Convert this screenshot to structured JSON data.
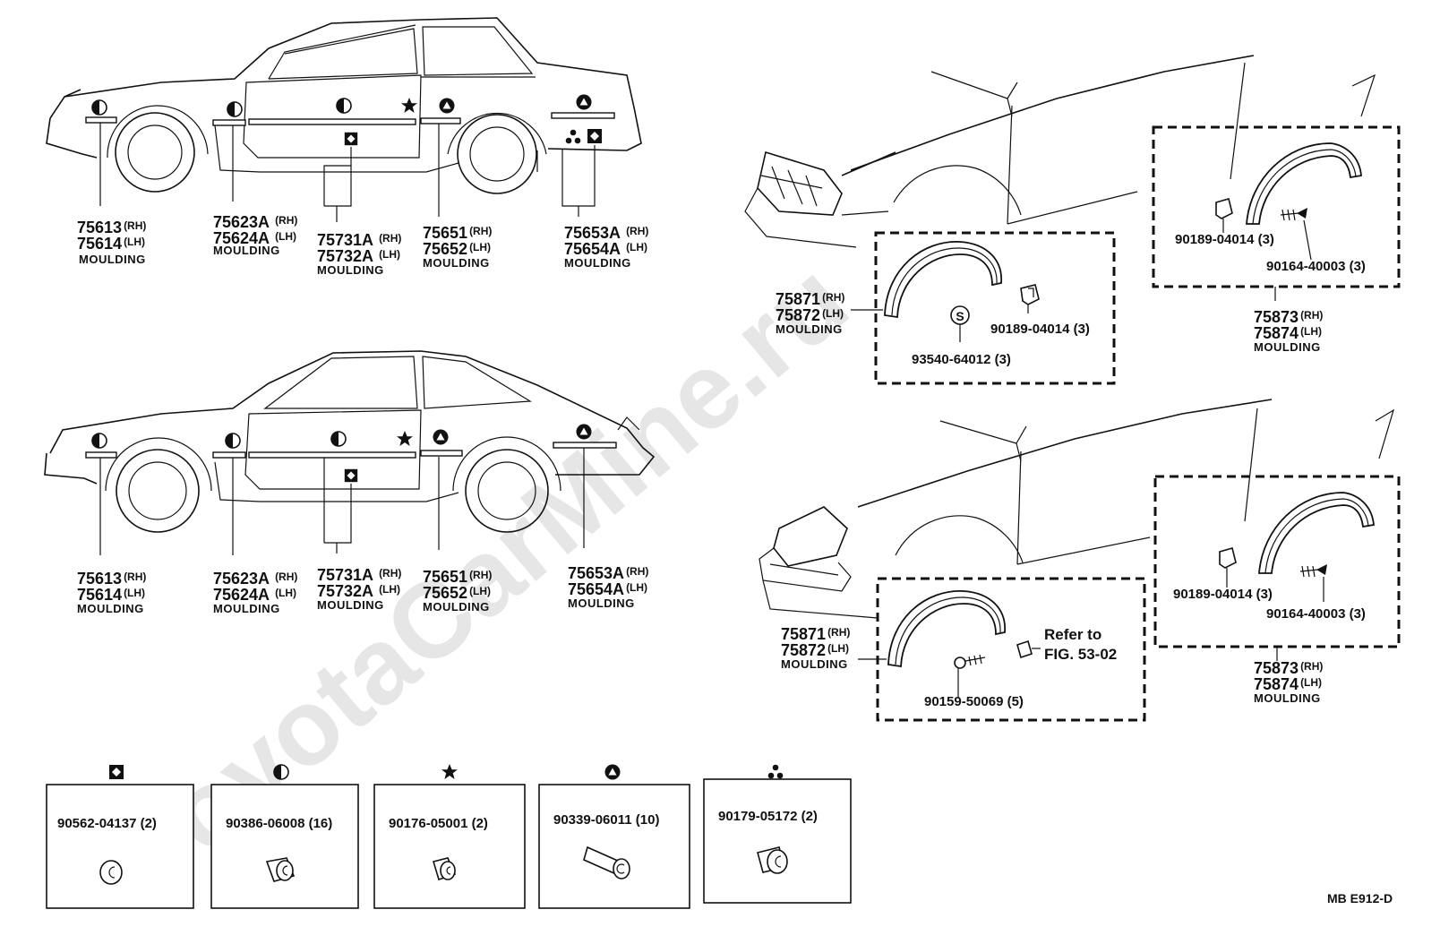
{
  "watermark": "ToyotaCarMine.ru",
  "diagram_code": "MB  E912-D",
  "coupe": {
    "labels": [
      {
        "part": "75613",
        "part_sfx": "(RH)",
        "part2": "75614",
        "part2_sfx": "(LH)",
        "name": "MOULDING"
      },
      {
        "part": "75623A",
        "part_sfx": "(RH)",
        "part2": "75624A",
        "part2_sfx": "(LH)",
        "name": "MOULDING"
      },
      {
        "part": "75731A",
        "part_sfx": "(RH)",
        "part2": "75732A",
        "part2_sfx": "(LH)",
        "name": "MOULDING"
      },
      {
        "part": "75651",
        "part_sfx": "(RH)",
        "part2": "75652",
        "part2_sfx": "(LH)",
        "name": "MOULDING"
      },
      {
        "part": "75653A",
        "part_sfx": "(RH)",
        "part2": "75654A",
        "part2_sfx": "(LH)",
        "name": "MOULDING"
      }
    ]
  },
  "liftback": {
    "labels": [
      {
        "part": "75613",
        "part_sfx": "(RH)",
        "part2": "75614",
        "part2_sfx": "(LH)",
        "name": "MOULDING"
      },
      {
        "part": "75623A",
        "part_sfx": "(RH)",
        "part2": "75624A",
        "part2_sfx": "(LH)",
        "name": "MOULDING"
      },
      {
        "part": "75731A",
        "part_sfx": "(RH)",
        "part2": "75732A",
        "part2_sfx": "(LH)",
        "name": "MOULDING"
      },
      {
        "part": "75651",
        "part_sfx": "(RH)",
        "part2": "75652",
        "part2_sfx": "(LH)",
        "name": "MOULDING"
      },
      {
        "part": "75653A",
        "part_sfx": "(RH)",
        "part2": "75654A",
        "part2_sfx": "(LH)",
        "name": "MOULDING"
      }
    ]
  },
  "fender_upper": {
    "front": {
      "part": "75871",
      "part_sfx": "(RH)",
      "part2": "75872",
      "part2_sfx": "(LH)",
      "name": "MOULDING",
      "clip": "90189-04014 (3)",
      "nut": "93540-64012 (3)",
      "nut_symbol": "S"
    },
    "rear": {
      "part": "75873",
      "part_sfx": "(RH)",
      "part2": "75874",
      "part2_sfx": "(LH)",
      "name": "MOULDING",
      "clip": "90189-04014 (3)",
      "screw": "90164-40003 (3)"
    }
  },
  "fender_lower": {
    "front": {
      "part": "75871",
      "part_sfx": "(RH)",
      "part2": "75872",
      "part2_sfx": "(LH)",
      "name": "MOULDING",
      "screw": "90159-50069 (5)",
      "ref_line1": "Refer to",
      "ref_line2": "FIG. 53-02"
    },
    "rear": {
      "part": "75873",
      "part_sfx": "(RH)",
      "part2": "75874",
      "part2_sfx": "(LH)",
      "name": "MOULDING",
      "clip": "90189-04014 (3)",
      "screw": "90164-40003 (3)"
    }
  },
  "clip_boxes": [
    {
      "symbol": "square-diamond",
      "part": "90562-04137 (2)"
    },
    {
      "symbol": "half-circle",
      "part": "90386-06008 (16)"
    },
    {
      "symbol": "star",
      "part": "90176-05001 (2)"
    },
    {
      "symbol": "triangle-circle",
      "part": "90339-06011 (10)"
    },
    {
      "symbol": "three-dots",
      "part": "90179-05172 (2)"
    }
  ]
}
